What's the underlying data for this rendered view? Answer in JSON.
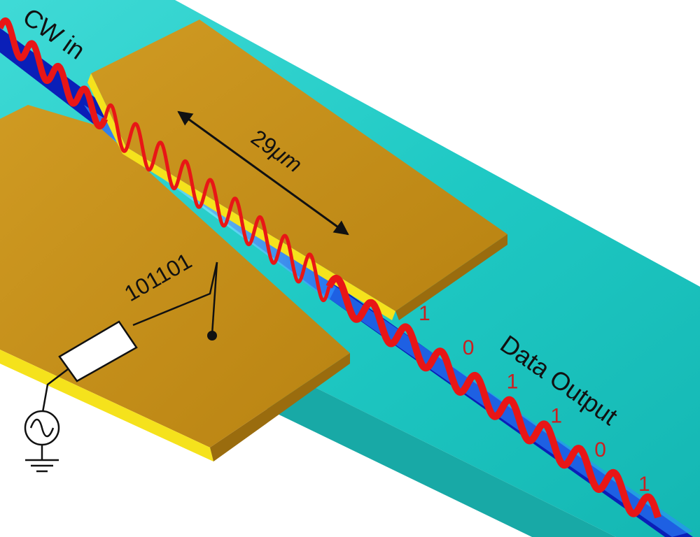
{
  "labels": {
    "input": "CW in",
    "length_value": "29",
    "length_unit": "μm",
    "bit_sequence": "101101",
    "output": "Data Output"
  },
  "output_bits": [
    "1",
    "0",
    "1",
    "1",
    "0",
    "1"
  ],
  "colors": {
    "substrate": "#1fc9c4",
    "substrate_light": "#4ee0dc",
    "gold_top": "#c8901a",
    "gold_edge": "#f5e21c",
    "waveguide": "#0a1fb8",
    "wave": "#e81616",
    "bits": "#cc1f1f",
    "annotation": "#111111"
  }
}
